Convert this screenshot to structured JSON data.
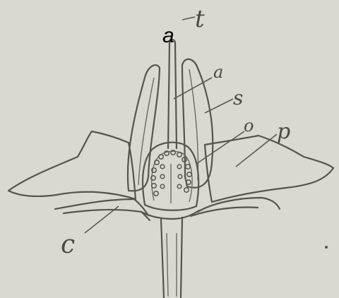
{
  "labels": {
    "a_print": "a",
    "t": "t",
    "a_hand": "a",
    "s": "s",
    "o": "o",
    "p": "p",
    "c": "c"
  }
}
